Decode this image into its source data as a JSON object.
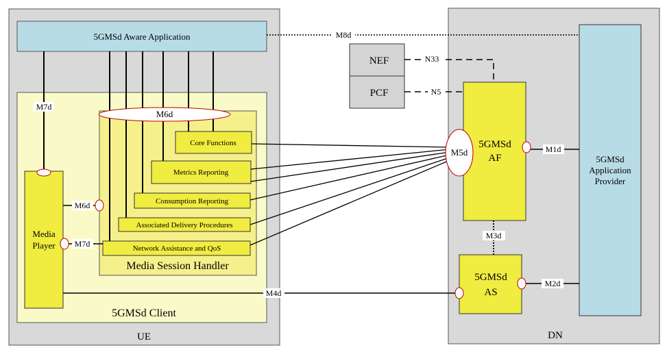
{
  "ue": {
    "label": "UE"
  },
  "dn": {
    "label": "DN"
  },
  "aware_app": {
    "label": "5GMSd Aware Application"
  },
  "client": {
    "label": "5GMSd Client"
  },
  "msh": {
    "label": "Media Session Handler"
  },
  "media_player": {
    "line1": "Media",
    "line2": "Player"
  },
  "functions": {
    "core": "Core Functions",
    "metrics": "Metrics Reporting",
    "consumption": "Consumption Reporting",
    "delivery": "Associated Delivery Procedures",
    "network": "Network Assistance and QoS"
  },
  "nef": "NEF",
  "pcf": "PCF",
  "af": {
    "line1": "5GMSd",
    "line2": "AF"
  },
  "as": {
    "line1": "5GMSd",
    "line2": "AS"
  },
  "provider": {
    "line1": "5GMSd",
    "line2": "Application",
    "line3": "Provider"
  },
  "interfaces": {
    "m1d": "M1d",
    "m2d": "M2d",
    "m3d": "M3d",
    "m4d": "M4d",
    "m5d": "M5d",
    "m6d_top": "M6d",
    "m6d_left": "M6d",
    "m7d_top": "M7d",
    "m7d_left": "M7d",
    "m8d": "M8d",
    "n33": "N33",
    "n5": "N5"
  },
  "colors": {
    "region_gray": "#d9d9d9",
    "client_yellow": "#fafac8",
    "msh_yellow": "#f5f08c",
    "box_yellow": "#f0ec40",
    "app_blue": "#b8dce6",
    "nef_pcf_gray": "#d4d4d4"
  }
}
